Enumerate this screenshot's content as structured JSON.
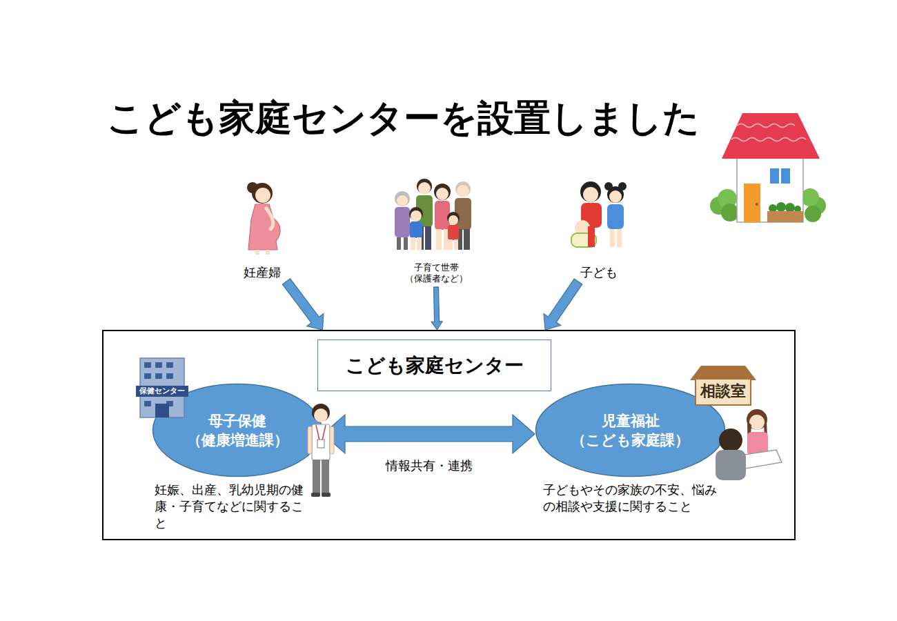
{
  "diagram": {
    "title": "こども家庭センターを設置しました",
    "nodes": [
      {
        "text": [
          "妊産婦"
        ]
      },
      {
        "text": [
          "子育て世帯 （保護者など）"
        ]
      },
      {
        "text": [
          "子ども"
        ]
      },
      {
        "text": [
          "こども家庭センター"
        ]
      },
      {
        "text": [
          "母子保健 （健康増進課）",
          "妊娠、出産、乳幼児期の健康・子育てなどに関すること"
        ],
        "in": 3
      },
      {
        "text": [
          "児童福祉 （こども家庭課）",
          "子どもやその家族の不安、悩みの相談や支援に関すること"
        ],
        "in": 3
      }
    ],
    "edges": [
      {
        "from": 0,
        "to": 3,
        "arrow": "to"
      },
      {
        "from": 1,
        "to": 3,
        "arrow": "to"
      },
      {
        "from": 2,
        "to": 3,
        "arrow": "to"
      },
      {
        "from": 4,
        "to": 5,
        "label": "情報共有・連携",
        "arrow": "both"
      }
    ],
    "labels": [
      "保健センター",
      "相談室"
    ]
  }
}
